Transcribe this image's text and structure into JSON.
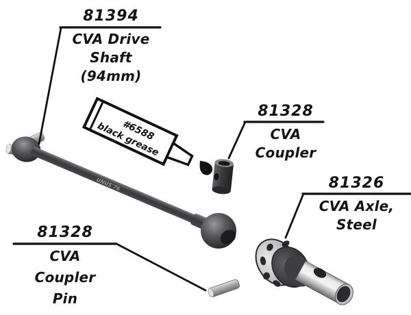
{
  "figure": {
    "type": "exploded parts diagram",
    "ink_color": "#111111",
    "dark_part_color": "#3a3a3d",
    "silver_part_color": "#c9c9cb"
  },
  "labels": {
    "drive_shaft": {
      "part_number": "81394",
      "name_lines": [
        "CVA Drive",
        "Shaft",
        "(94mm)"
      ]
    },
    "coupler": {
      "part_number": "81328",
      "name_lines": [
        "CVA",
        "Coupler"
      ]
    },
    "axle": {
      "part_number": "81326",
      "name_lines": [
        "CVA Axle,",
        "Steel"
      ]
    },
    "coupler_pin": {
      "part_number": "81328",
      "name_lines": [
        "CVA",
        "Coupler",
        "Pin"
      ]
    }
  },
  "grease_tube": {
    "line1": "#6588",
    "line2": "black grease"
  },
  "shaft_marking": "UNUS'76"
}
